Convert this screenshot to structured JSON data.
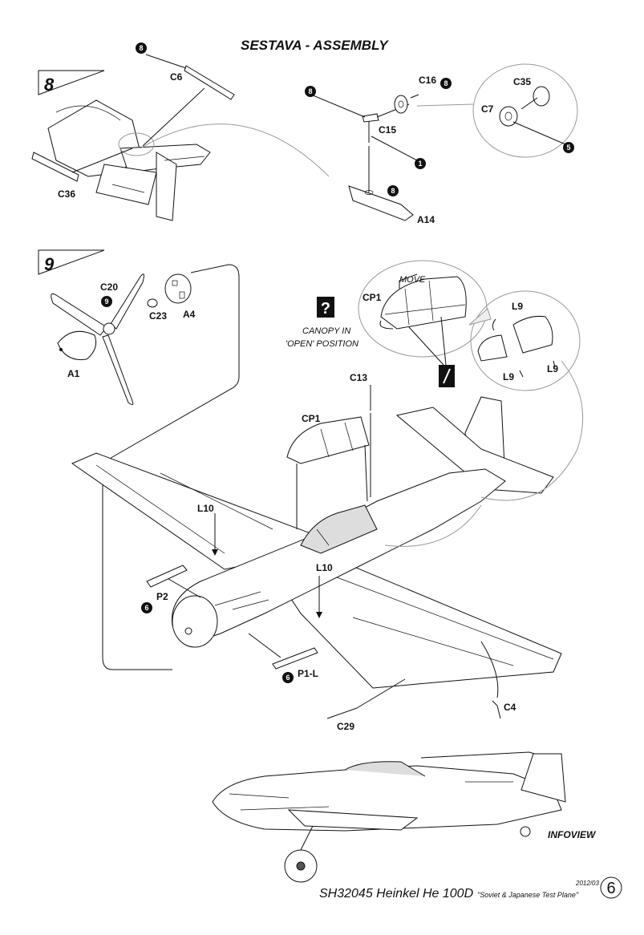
{
  "header": {
    "title": "SESTAVA - ASSEMBLY"
  },
  "steps": [
    {
      "number": "8"
    },
    {
      "number": "9"
    }
  ],
  "step8": {
    "labels": {
      "c6": "C6",
      "c16": "C16",
      "c35": "C35",
      "c7": "C7",
      "c15": "C15",
      "c36": "C36",
      "a14": "A14"
    },
    "badges": {
      "b_c6": "8",
      "b_c16": "8",
      "b_c15": "8",
      "b_c7": "5",
      "b_c15b": "1",
      "b_a14": "8"
    }
  },
  "step9": {
    "labels": {
      "c20": "C20",
      "a4": "A4",
      "c23": "C23",
      "a1": "A1",
      "cp1_detail": "CP1",
      "move": "MOVE",
      "l9_a": "L9",
      "l9_b": "L9",
      "l9_c": "L9",
      "c13": "C13",
      "cp1": "CP1",
      "l10_a": "L10",
      "l10_b": "L10",
      "p2": "P2",
      "p1l": "P1-L",
      "c4": "C4",
      "c29": "C29"
    },
    "badges": {
      "b_c20": "9",
      "b_p2": "6",
      "b_p1l": "6"
    },
    "question_note": [
      "CANOPY IN",
      "'OPEN' POSITION"
    ],
    "question_icon": "?"
  },
  "infoview": {
    "label": "INFOVIEW"
  },
  "footer": {
    "title": "SH32045 Heinkel He 100D",
    "subtitle": "\"Soviet & Japanese Test Plane\"",
    "date": "2012/03",
    "page": "6"
  }
}
